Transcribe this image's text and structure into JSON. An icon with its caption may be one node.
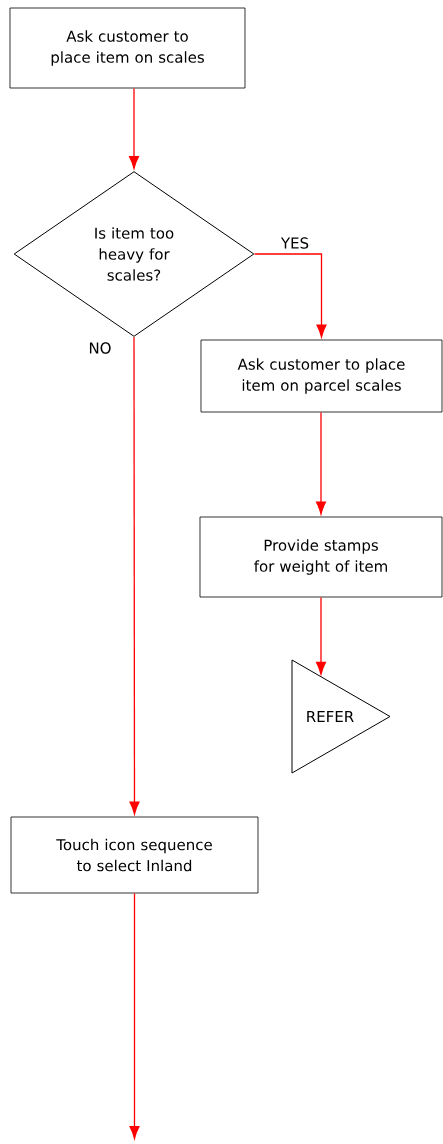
{
  "diagram": {
    "nodes": [
      {
        "text": [
          "Ask customer to place item on scales"
        ]
      },
      {
        "text": [
          "Is item too heavy for scales?"
        ]
      },
      {
        "text": [
          "Ask customer to place item on parcel scales"
        ]
      },
      {
        "text": [
          "Provide stamps for weight of item"
        ]
      },
      {
        "text": [
          "REFER"
        ]
      },
      {
        "text": [
          "Touch icon sequence to select Inland"
        ]
      }
    ],
    "edges": [
      {
        "from": 0,
        "to": 1,
        "arrow": "to"
      },
      {
        "from": 1,
        "to": 2,
        "arrow": "to",
        "label": "YES"
      },
      {
        "from": 1,
        "to": 5,
        "arrow": "to",
        "label": "NO"
      },
      {
        "from": 2,
        "to": 3,
        "arrow": "to"
      },
      {
        "from": 3,
        "to": 4,
        "arrow": "to"
      },
      {
        "from": 5,
        "to": null,
        "arrow": "to"
      }
    ]
  }
}
